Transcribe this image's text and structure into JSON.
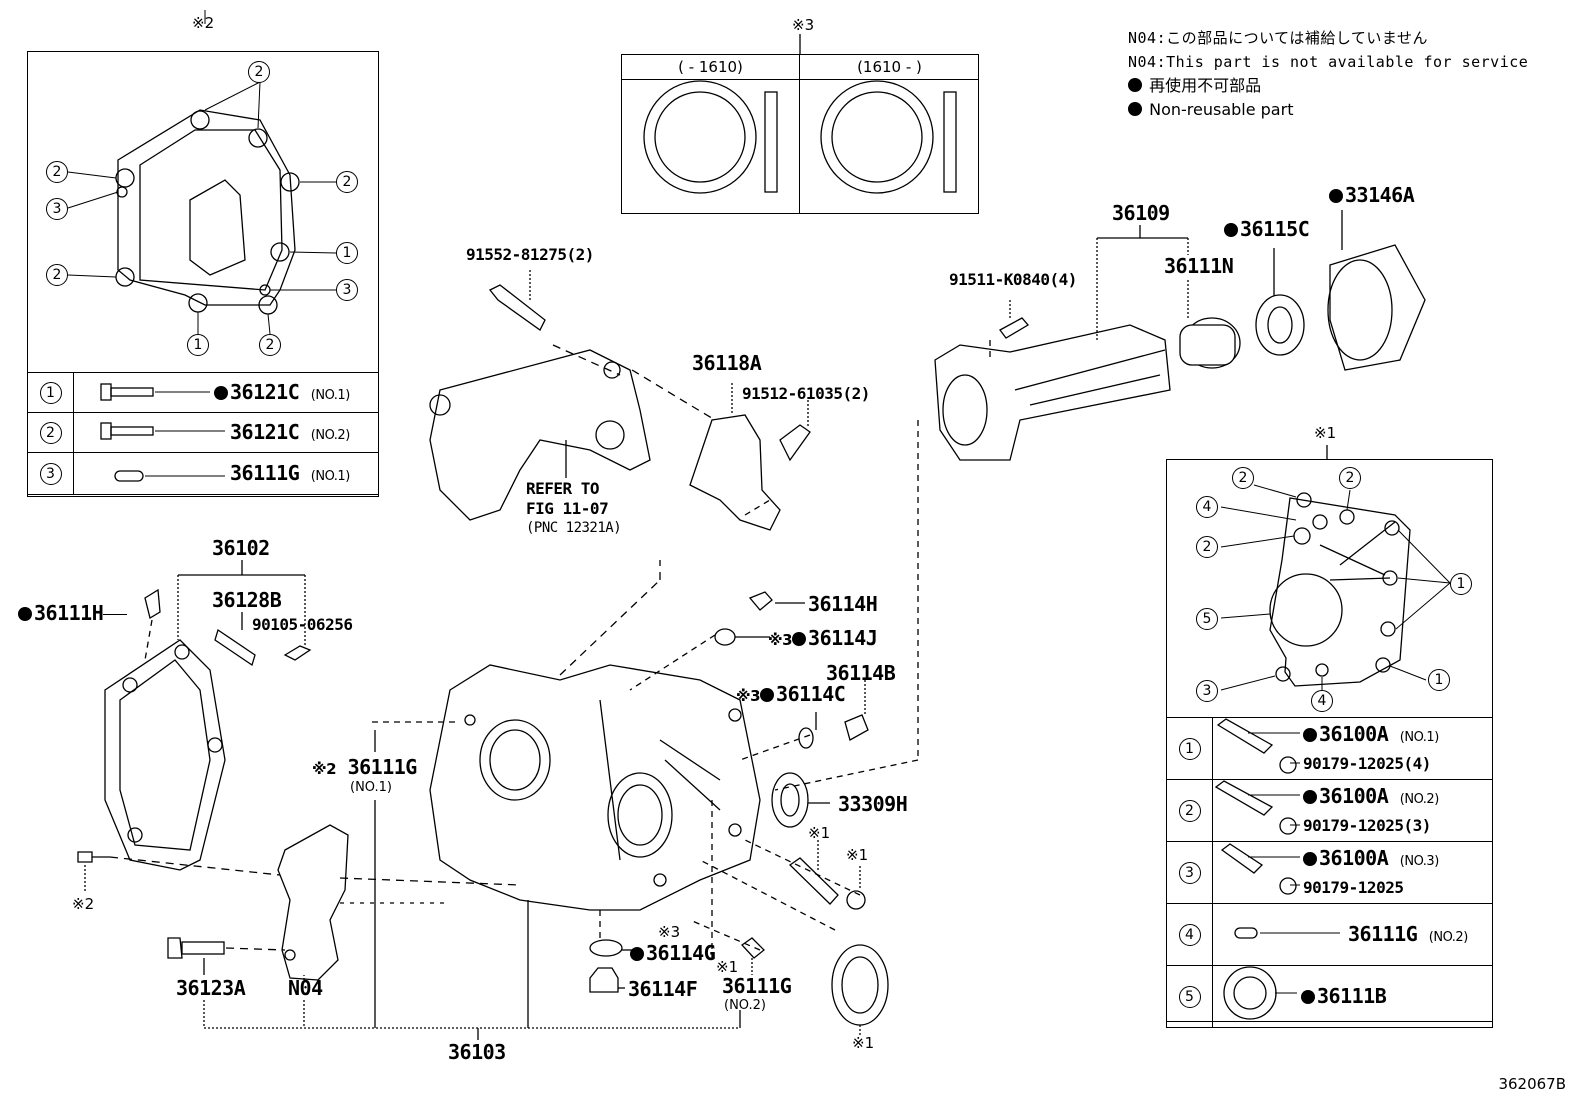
{
  "legend": {
    "line1": "N04:この部品については補給していません",
    "line2": "N04:This part is not available for service",
    "line3": "再使用不可部品",
    "line4": "Non-reusable part"
  },
  "figure_code": "362067B",
  "callouts": {
    "ref2": "※2",
    "ref3": "※3",
    "ref1": "※1"
  },
  "size_box": {
    "col1": "(     - 1610)",
    "col2": "(1610 -      )"
  },
  "inset_left": {
    "title": "※2",
    "diagram_callouts": [
      "2",
      "2",
      "2",
      "2",
      "3",
      "1",
      "2",
      "3",
      "1",
      "2"
    ],
    "rows": [
      {
        "num": "1",
        "part": "36121C",
        "suffix": "(NO.1)",
        "non_reusable": true
      },
      {
        "num": "2",
        "part": "36121C",
        "suffix": "(NO.2)",
        "non_reusable": false
      },
      {
        "num": "3",
        "part": "36111G",
        "suffix": "(NO.1)",
        "non_reusable": false
      }
    ]
  },
  "inset_right": {
    "title": "※1",
    "diagram_callouts": [
      "2",
      "2",
      "4",
      "2",
      "1",
      "5",
      "1",
      "3",
      "4"
    ],
    "rows": [
      {
        "num": "1",
        "part": "36100A",
        "suffix": "(NO.1)",
        "non_reusable": true,
        "sub": "90179-12025(4)"
      },
      {
        "num": "2",
        "part": "36100A",
        "suffix": "(NO.2)",
        "non_reusable": true,
        "sub": "90179-12025(3)"
      },
      {
        "num": "3",
        "part": "36100A",
        "suffix": "(NO.3)",
        "non_reusable": true,
        "sub": "90179-12025"
      },
      {
        "num": "4",
        "part": "36111G",
        "suffix": "(NO.2)",
        "non_reusable": false,
        "sub": ""
      },
      {
        "num": "5",
        "part": "36111B",
        "suffix": "",
        "non_reusable": true,
        "sub": ""
      }
    ]
  },
  "parts": {
    "p91552": "91552-81275(2)",
    "p36118A": "36118A",
    "p91512": "91512-61035(2)",
    "refer1": "REFER TO",
    "refer2": "FIG 11-07",
    "refer3": "(PNC 12321A)",
    "p36109": "36109",
    "p36115C": "36115C",
    "p33146A": "33146A",
    "p91511": "91511-K0840(4)",
    "p36111N": "36111N",
    "p36102": "36102",
    "p36128B": "36128B",
    "p90105": "90105-06256",
    "p36111H": "36111H",
    "p36114H": "36114H",
    "p36114J": "36114J",
    "p36114B": "36114B",
    "p36114C": "36114C",
    "p33309H": "33309H",
    "p36111G_1": "36111G",
    "p36111G_1_suffix": "(NO.1)",
    "p36114G": "36114G",
    "p36114F": "36114F",
    "p36111G_2": "36111G",
    "p36111G_2_suffix": "(NO.2)",
    "p36123A": "36123A",
    "pN04": "N04",
    "p36103": "36103"
  }
}
